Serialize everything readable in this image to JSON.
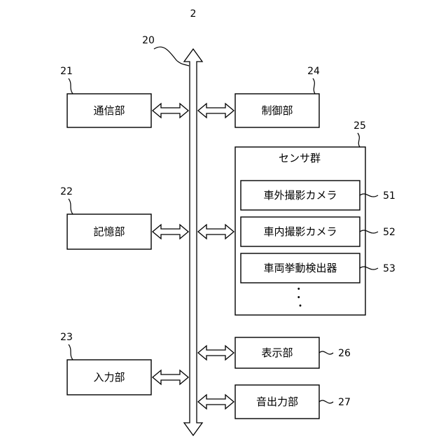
{
  "figure_number": "2",
  "bus": {
    "ref": "20"
  },
  "blocks": {
    "communication": {
      "label": "通信部",
      "ref": "21"
    },
    "storage": {
      "label": "記憶部",
      "ref": "22"
    },
    "input": {
      "label": "入力部",
      "ref": "23"
    },
    "control": {
      "label": "制御部",
      "ref": "24"
    },
    "sensor_group": {
      "label": "センサ群",
      "ref": "25",
      "sensors": [
        {
          "label": "車外撮影カメラ",
          "ref": "51"
        },
        {
          "label": "車内撮影カメラ",
          "ref": "52"
        },
        {
          "label": "車両挙動検出器",
          "ref": "53"
        }
      ],
      "more": "・\n・\n・"
    },
    "display": {
      "label": "表示部",
      "ref": "26"
    },
    "audio_output": {
      "label": "音出力部",
      "ref": "27"
    }
  }
}
